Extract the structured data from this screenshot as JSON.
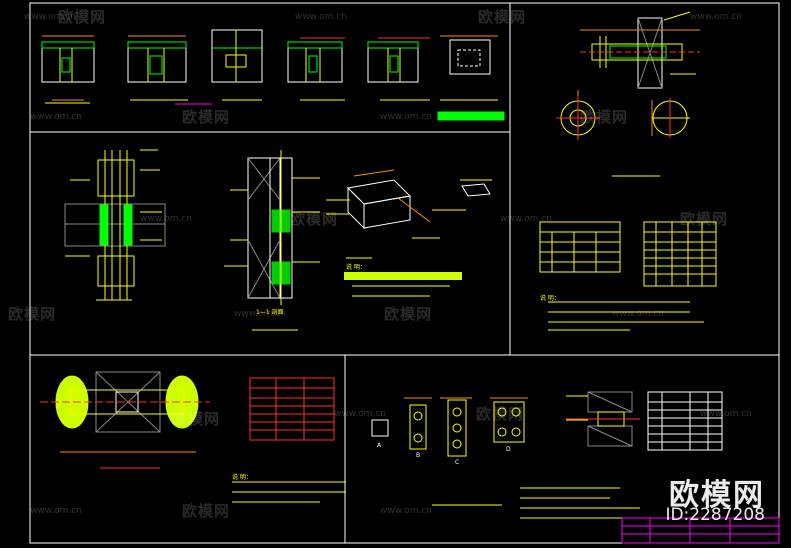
{
  "watermark": {
    "site_text": "欧模网",
    "url_text": "www.om.cn"
  },
  "brand": {
    "name": "欧模网",
    "id_label": "ID:2287208"
  },
  "labels": {
    "section_1_1": "1—1 剖面",
    "view_a": "A",
    "view_b": "B",
    "view_c": "C",
    "view_d": "D",
    "notes_title_1": "说 明：",
    "notes_title_2": "说 明：",
    "notes_title_3": "说 明："
  },
  "colors": {
    "background": "#000000",
    "frame": "#ffffff",
    "primary": "#ffff00",
    "concrete": "#00ff00",
    "dimension": "#ff8c00",
    "accent_red": "#ff3030",
    "magenta": "#ff00ff",
    "table_text": "#ff4040"
  }
}
